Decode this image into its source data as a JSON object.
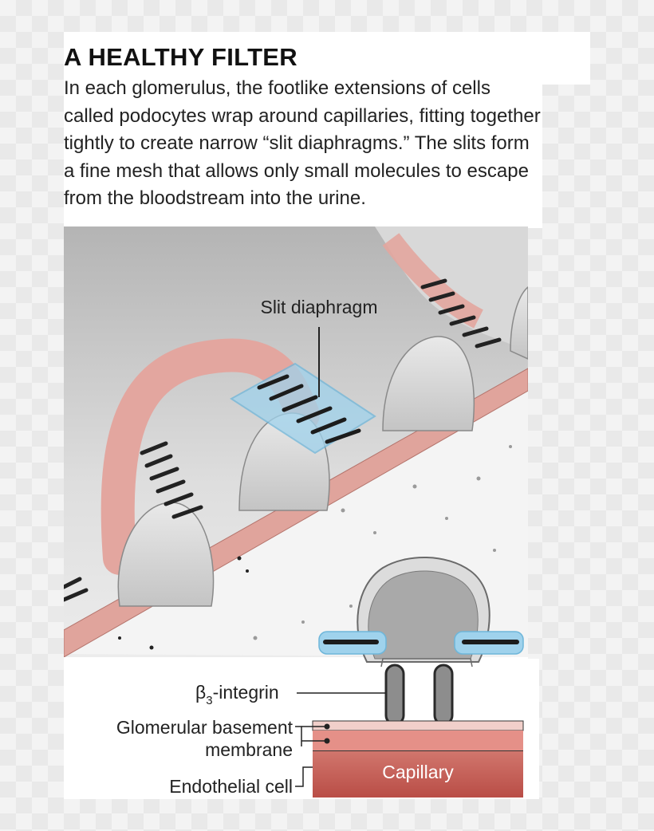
{
  "figure": {
    "title": "A HEALTHY FILTER",
    "description": "In each glomerulus, the footlike extensions of cells called podocytes wrap around capillaries, fitting together tightly to create narrow “slit diaphragms.” The slits form a fine mesh that allows only small molecules to escape from the bloodstream into the urine."
  },
  "labels": {
    "slit_diaphragm": "Slit diaphragm",
    "integrin_prefix": "β",
    "integrin_subscript": "3",
    "integrin_suffix": "-integrin",
    "gbm_line1": "Glomerular basement",
    "gbm_line2": "membrane",
    "endothelial": "Endothelial cell",
    "capillary": "Capillary"
  },
  "colors": {
    "podocyte_gray": "#c9c9c9",
    "membrane_pink": "#e0a49c",
    "capillary_red": "#c0554e",
    "slit_blue": "#9fd2ec",
    "slit_bar": "#222222"
  }
}
